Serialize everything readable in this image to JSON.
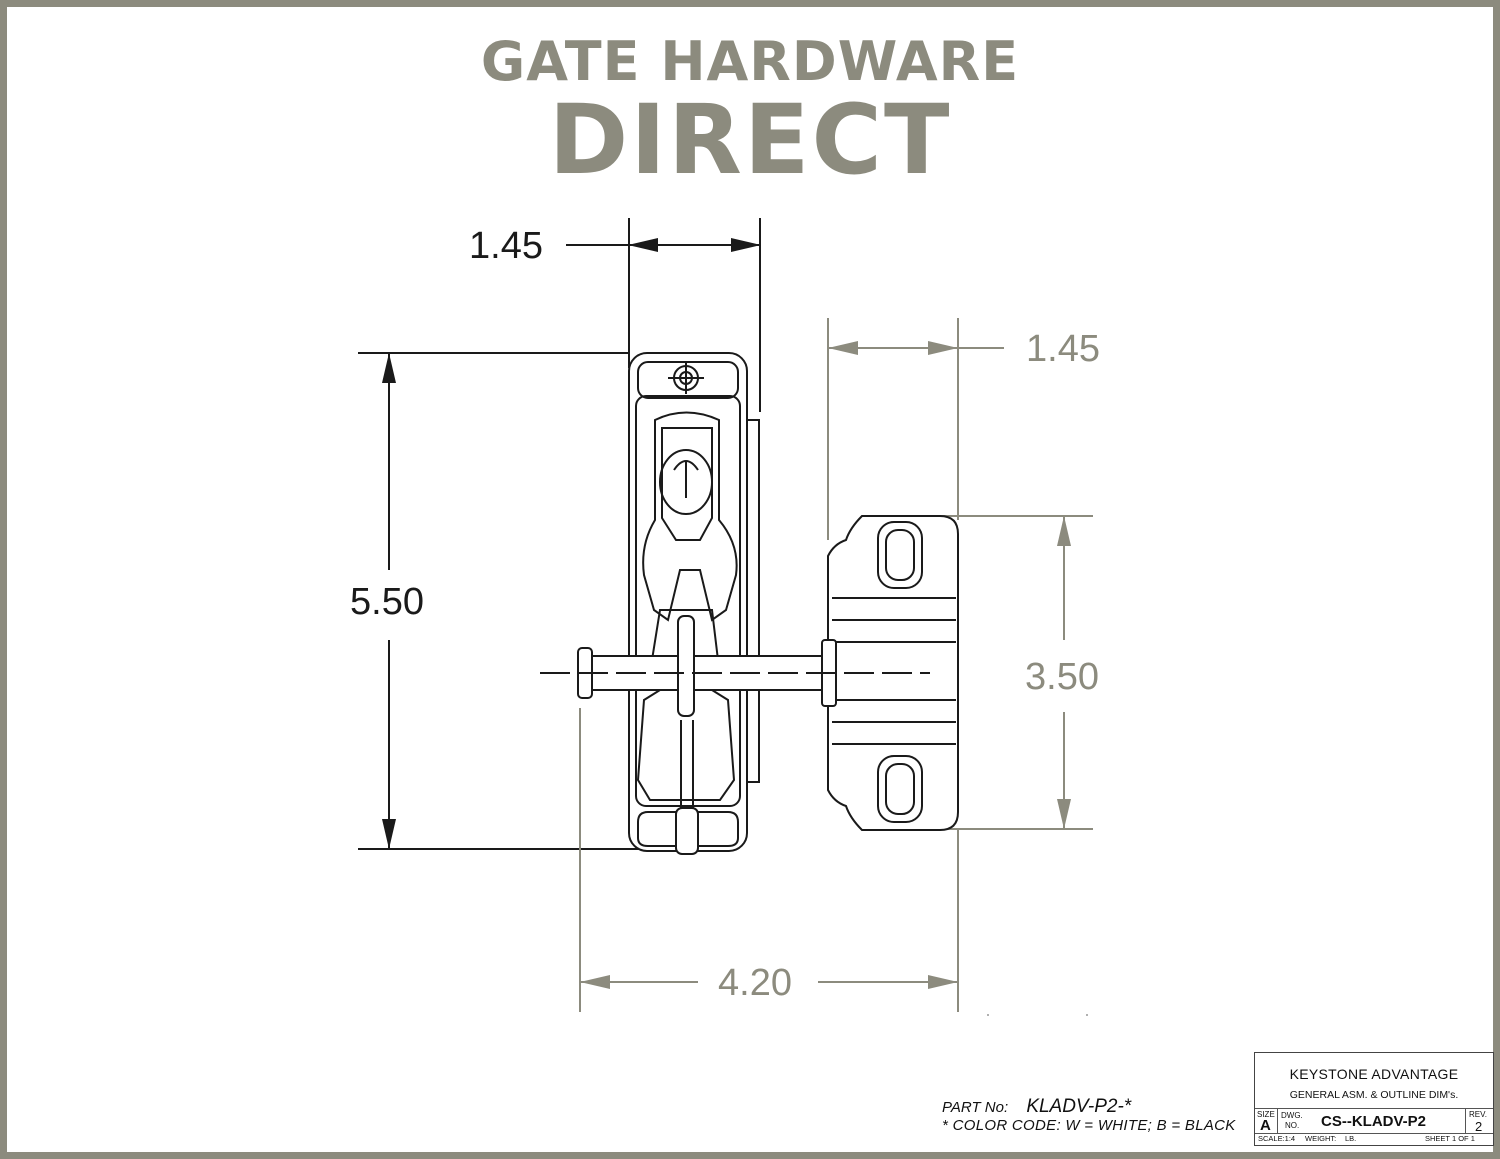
{
  "brand": {
    "line1": "GATE HARDWARE",
    "line2": "DIRECT"
  },
  "dimensions": {
    "latch_width": "1.45",
    "catch_width": "1.45",
    "latch_height": "5.50",
    "catch_height": "3.50",
    "overall_width": "4.20"
  },
  "part_info": {
    "part_no_label": "PART No:",
    "part_no": "KLADV-P2-*",
    "color_code": "* COLOR CODE:  W = WHITE;  B = BLACK"
  },
  "title_block": {
    "company": "KEYSTONE ADVANTAGE",
    "description": "GENERAL ASM. & OUTLINE DIM's.",
    "size_label": "SIZE",
    "size": "A",
    "dwg_label": "DWG.",
    "no_label": "NO.",
    "dwg_no": "CS--KLADV-P2",
    "rev_label": "REV.",
    "rev": "2",
    "scale": "SCALE:1:4",
    "weight": "WEIGHT:",
    "weight_unit": "LB.",
    "sheet": "SHEET 1 OF 1"
  },
  "colors": {
    "frame": "#8c8b7e",
    "dim_gray": "#8c8b7e",
    "line": "#1a1a1a"
  }
}
